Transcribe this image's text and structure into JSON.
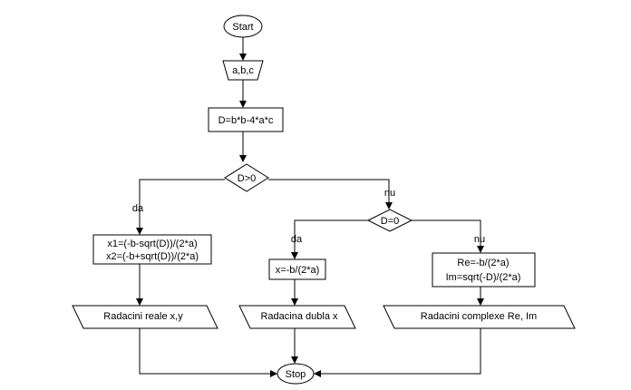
{
  "nodes": {
    "start": "Start",
    "input": "a,b,c",
    "compute_d": "D=b*b-4*a*c",
    "decision_d_gt_0": "D>0",
    "decision_d_eq_0": "D=0",
    "real_roots_formula_1": "x1=(-b-sqrt(D))/(2*a)",
    "real_roots_formula_2": "x2=(-b+sqrt(D))/(2*a)",
    "double_root_formula": "x=-b/(2*a)",
    "complex_re_formula": "Re=-b/(2*a)",
    "complex_im_formula": "Im=sqrt(-D)/(2*a)",
    "output_real": "Radacini reale x,y",
    "output_double": "Radacina dubla x",
    "output_complex": "Radacini complexe Re, Im",
    "stop": "Stop"
  },
  "edge_labels": {
    "d_gt_0_yes": "da",
    "d_gt_0_no": "nu",
    "d_eq_0_yes": "da",
    "d_eq_0_no": "nu"
  }
}
